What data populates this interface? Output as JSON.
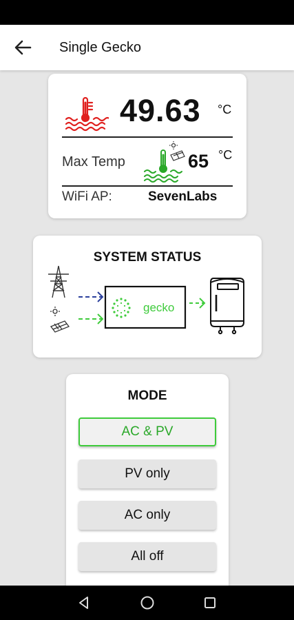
{
  "appbar": {
    "title": "Single Gecko"
  },
  "temperature": {
    "current_value": "49.63",
    "unit": "°C",
    "max_label": "Max Temp",
    "max_value": "65",
    "max_unit": "°C",
    "wifi_label": "WiFi AP:",
    "wifi_value": "SevenLabs"
  },
  "system_status": {
    "title": "SYSTEM STATUS",
    "device_label": "gecko"
  },
  "mode": {
    "title": "MODE",
    "buttons": [
      {
        "label": "AC & PV",
        "active": true
      },
      {
        "label": "PV only",
        "active": false
      },
      {
        "label": "AC only",
        "active": false
      },
      {
        "label": "All off",
        "active": false
      }
    ]
  },
  "colors": {
    "accent_green": "#3ecb3b",
    "heat_red": "#e0201e",
    "ac_blue": "#2a3f9c"
  }
}
